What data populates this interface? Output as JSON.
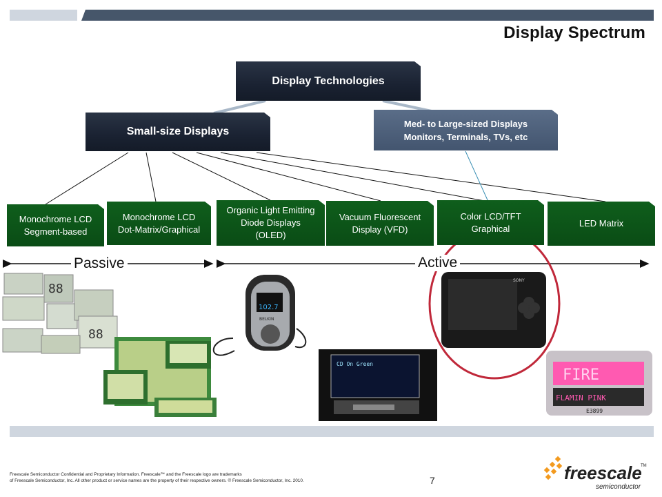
{
  "title": "Display Spectrum",
  "root": "Display Technologies",
  "small": "Small-size Displays",
  "medlarge": {
    "line1": "Med- to Large-sized Displays",
    "line2": "Monitors, Terminals, TVs, etc"
  },
  "leaves": [
    {
      "l1": "Monochrome LCD",
      "l2": "Segment-based"
    },
    {
      "l1": "Monochrome LCD",
      "l2": "Dot-Matrix/Graphical"
    },
    {
      "l1": "Organic Light Emitting",
      "l2": "Diode Displays",
      "l3": "(OLED)"
    },
    {
      "l1": "Vacuum Fluorescent",
      "l2": "Display (VFD)"
    },
    {
      "l1": "Color LCD/TFT",
      "l2": "Graphical"
    },
    {
      "l1": "LED Matrix"
    }
  ],
  "passive": "Passive",
  "active": "Active",
  "oled_screen": "102.7",
  "oled_brand": "BELKIN",
  "psp_brand": "SONY",
  "led_text1": "FIRE",
  "led_text2": "FLAMIN PINK",
  "led_code": "E3899",
  "footer_line1": "Freescale Semiconductor Confidential and Proprietary Information. Freescale™ and the Freescale logo are trademarks",
  "footer_line2": "of Freescale Semiconductor, Inc. All other product or service names are the property of their respective owners. © Freescale Semiconductor, Inc. 2010.",
  "page_number": "7",
  "logo_word": "freescale",
  "logo_sub": "semiconductor",
  "logo_tm": "TM",
  "colors": {
    "navy": "#1a2232",
    "steel": "#4a5d78",
    "green": "#0c5518",
    "red_ring": "#c0283a",
    "logo_orange": "#f39a1e"
  }
}
